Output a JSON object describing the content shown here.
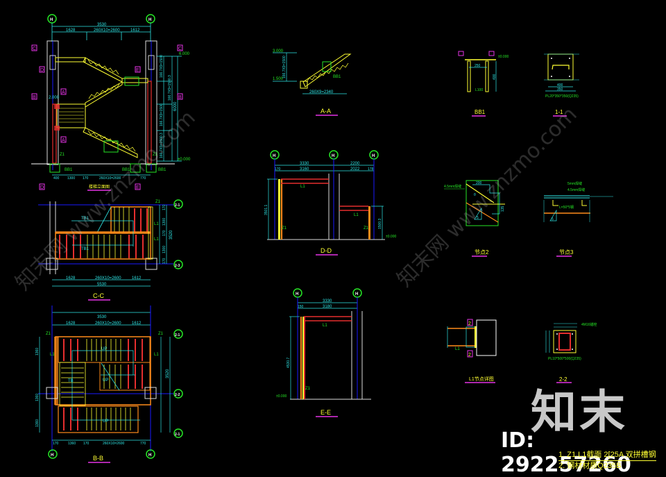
{
  "drawing": {
    "background": "#000000",
    "colors": {
      "dimension": "#2ee6e6",
      "label": "#26e626",
      "beam_red": "#e62e2e",
      "steel_yellow": "#ffff33",
      "orange": "#ff8c1a",
      "axis_blue": "#1a1aff",
      "column_white": "#dcdcdc",
      "section_magenta": "#e633e6"
    },
    "views": {
      "elevation": {
        "title": "楼梯立面图",
        "axis_top_left": "H",
        "axis_top_right": "H",
        "dim_total": "3530",
        "dim_parts": [
          "1628",
          "260X10=2600",
          "1612"
        ],
        "dim_bottom": [
          "400",
          "1300",
          "170",
          "260X10=2600",
          "770"
        ],
        "levels": [
          "6.000",
          "±0.000",
          "2.000"
        ],
        "height_dims": [
          "166.7X9=1500",
          "166.7X9=1500.3",
          "166.7X9=1500",
          "166.7X9=1500.3"
        ],
        "height_total": "6000",
        "section_marks": [
          "C",
          "C",
          "D",
          "E",
          "B",
          "B",
          "A",
          "A",
          "D",
          "E"
        ],
        "labels": [
          "Z1",
          "Z1",
          "BB1",
          "BB1",
          "BB1"
        ]
      },
      "section_cc": {
        "title": "C-C",
        "axis_right": [
          "2-1",
          "2-3"
        ],
        "labels": [
          "TB1",
          "TB1",
          "L1",
          "Z1",
          "L1"
        ],
        "dim_parts": [
          "1628",
          "260X10=2600",
          "1612"
        ],
        "dim_total": "5530",
        "height_dims": [
          "170",
          "1300",
          "170",
          "1300",
          "170"
        ],
        "height_total": "3520"
      },
      "section_bb": {
        "title": "B-B",
        "axis_right": [
          "2-1",
          "2-2",
          "2-1"
        ],
        "axis_bottom": [
          "H",
          "H"
        ],
        "labels": [
          "UP",
          "UP",
          "UP",
          "TB",
          "L1",
          "L1",
          "Z1",
          "Z1"
        ],
        "dim_total": "3530",
        "dim_parts": [
          "1628",
          "260X10=2600",
          "1612"
        ],
        "dim_bottom": [
          "170",
          "1360",
          "170",
          "260X10=2600",
          "770"
        ],
        "height_dims": [
          "170",
          "1360",
          "170",
          "1360",
          "170",
          "1360",
          "170"
        ],
        "height_total": "3520"
      },
      "section_aa": {
        "title": "A-A",
        "levels": [
          "3.000",
          "1.500"
        ],
        "height_dim": "166.7X9=1500",
        "dim_bottom": "260X9=2340",
        "label": "BB1"
      },
      "section_dd": {
        "title": "D-D",
        "axis_top": [
          "H",
          "H",
          "H"
        ],
        "dim_top": [
          "3330",
          "2200"
        ],
        "dim_parts": [
          "170",
          "3160",
          "2022",
          "178"
        ],
        "height_left": "3501.1",
        "height_right": "1500.3",
        "level": "±0.000",
        "labels": [
          "L1",
          "L1",
          "Z1",
          "Z1"
        ]
      },
      "section_ee": {
        "title": "E-E",
        "axis_top": [
          "H",
          "H"
        ],
        "dim_total": "3330",
        "dim_parts": [
          "150",
          "3180"
        ],
        "height": "4530.7",
        "level": "±0.000",
        "labels": [
          "L1",
          "Z1"
        ]
      },
      "detail_bb1": {
        "title": "BB1",
        "level": "±0.000",
        "dims": [
          "250",
          "400",
          "L100"
        ]
      },
      "section_11": {
        "title": "1-1",
        "plate": "PL20*350*350(Q235)",
        "dims": [
          "400",
          "350"
        ]
      },
      "detail_2": {
        "title": "节点2",
        "note": "4.5mm焊缝",
        "dims": [
          "200",
          "135",
          "θ"
        ],
        "weld": "5"
      },
      "detail_3": {
        "title": "节点3",
        "notes": [
          "5mm焊缝",
          "4.5mm焊缝",
          "L=50*5钢"
        ],
        "weld": "5"
      },
      "detail_l1": {
        "title": "L1节点详图",
        "section_marks": [
          "2",
          "2"
        ],
        "label": "L1"
      },
      "section_22": {
        "title": "2-2",
        "plate": "PL10*500*500(Q235)",
        "note": "4M16锚栓"
      }
    },
    "notes": [
      "1.  Z1,L1截面 2[25A 双拼槽钢",
      "2.  钢材材质Q235B"
    ],
    "watermark": {
      "brand": "知末",
      "id": "ID: 292257260",
      "diagonal_text": "知末网 www.znzmo.com"
    }
  }
}
